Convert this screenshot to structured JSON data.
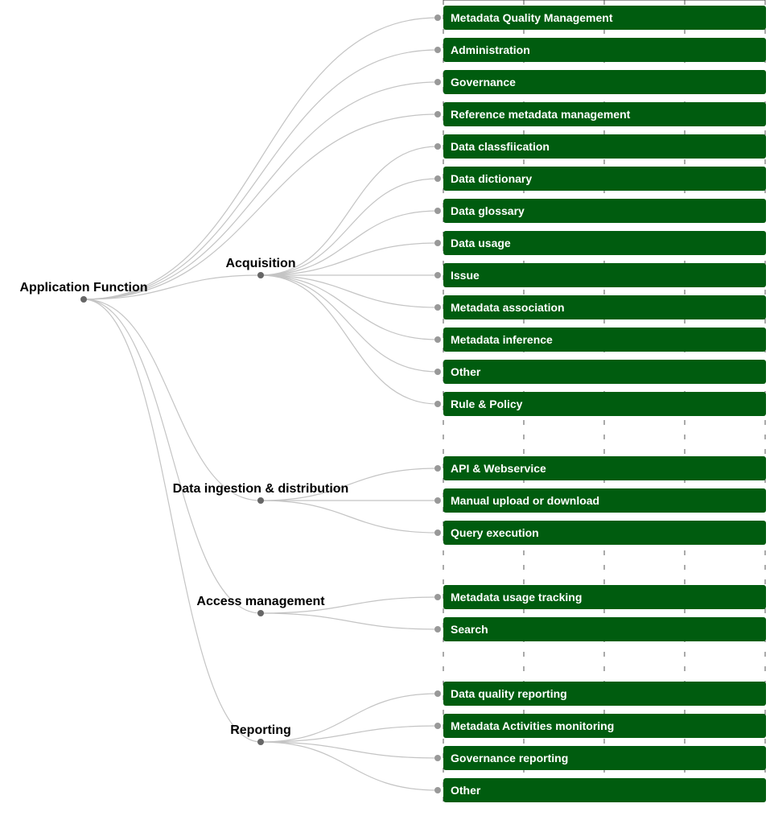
{
  "tree": {
    "root": "Application Function",
    "colors": {
      "bar": "#005c0f",
      "link": "#c4c4c4",
      "node_dot": "#666666",
      "leaf_dot": "#999999"
    },
    "branches": [
      {
        "name": "Acquisition",
        "children": [
          "Data classfiication",
          "Data dictionary",
          "Data glossary",
          "Data usage",
          "Issue",
          "Metadata association",
          "Metadata inference",
          "Other",
          "Rule & Policy"
        ]
      },
      {
        "name": "Data ingestion & distribution",
        "children": [
          "API & Webservice",
          "Manual upload or download",
          "Query execution"
        ]
      },
      {
        "name": "Access management",
        "children": [
          "Metadata usage tracking",
          "Search"
        ]
      },
      {
        "name": "Reporting",
        "children": [
          "Data quality reporting",
          "Metadata Activities monitoring",
          "Governance reporting",
          "Other"
        ]
      }
    ],
    "direct_leaves": [
      "Metadata Quality Management",
      "Administration",
      "Governance",
      "Reference metadata management"
    ]
  }
}
